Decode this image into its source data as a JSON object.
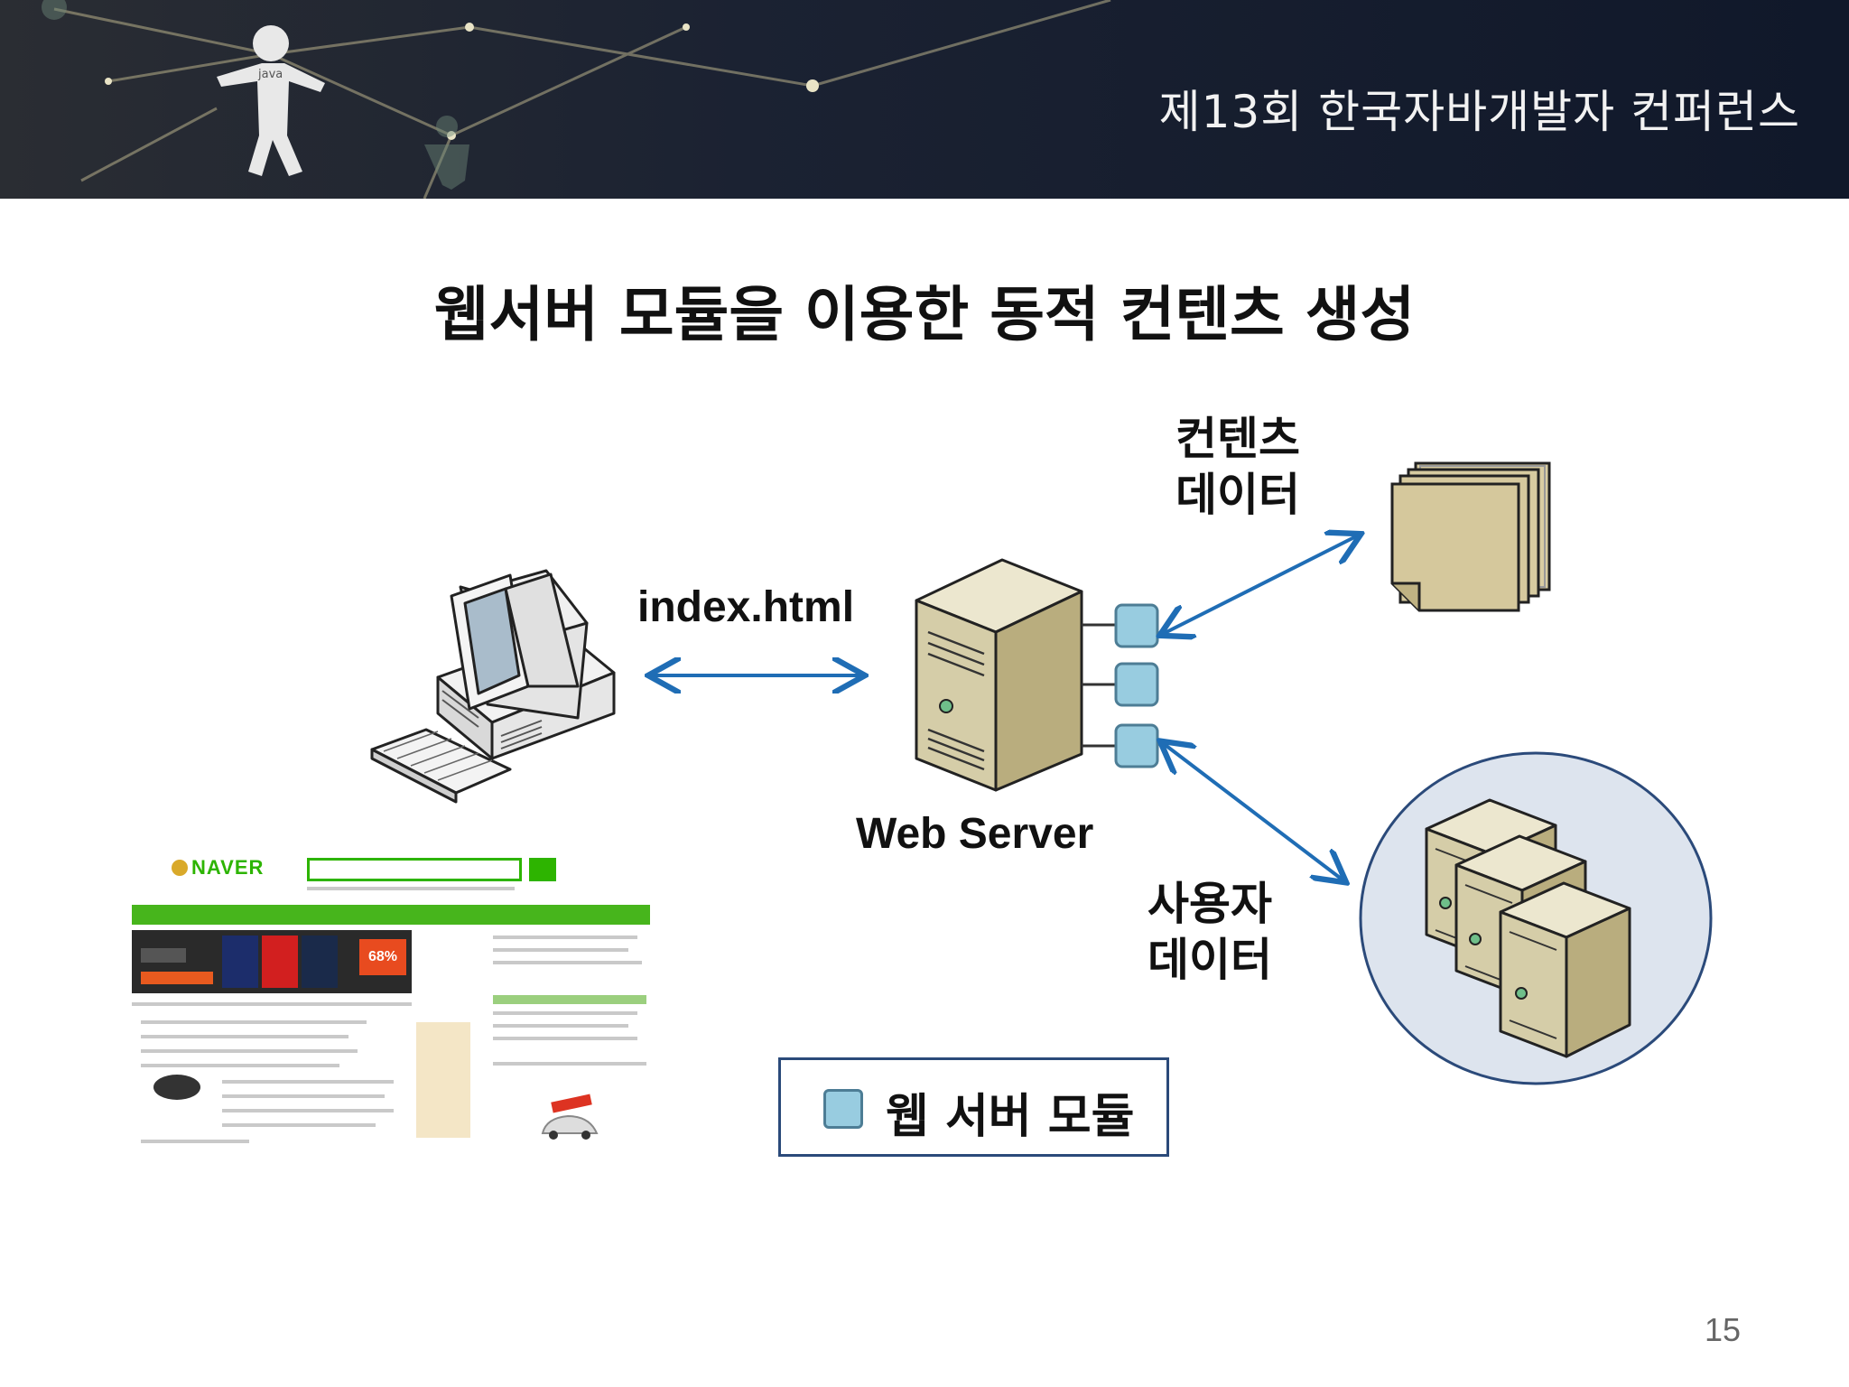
{
  "header": {
    "conference_title": "제13회 한국자바개발자 컨퍼런스",
    "logo_text": "java"
  },
  "slide": {
    "title": "웹서버 모듈을 이용한 동적 컨텐츠 생성",
    "page_number": "15"
  },
  "diagram": {
    "request_label": "index.html",
    "server_label": "Web Server",
    "content_data_label": [
      "컨텐츠",
      "데이터"
    ],
    "user_data_label": [
      "사용자",
      "데이터"
    ],
    "legend_label": "웹 서버 모듈"
  },
  "screenshot": {
    "logo": "NAVER",
    "promo": "68%"
  },
  "colors": {
    "module_fill": "#98cce0",
    "arrow": "#1f6db5",
    "legend_border": "#2b4a7a",
    "doc_fill": "#d8ccA0"
  }
}
